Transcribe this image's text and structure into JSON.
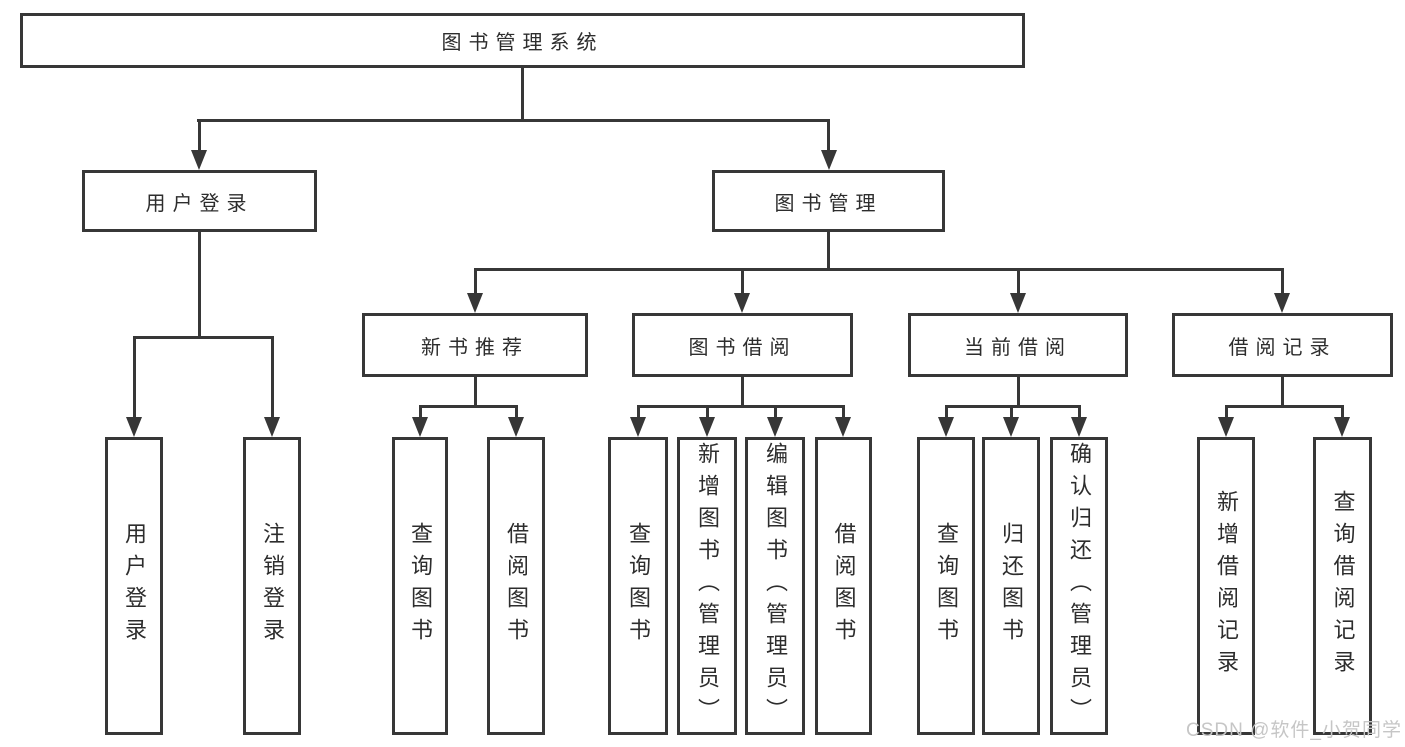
{
  "diagram": {
    "tree": {
      "root": {
        "label": "图书管理系统"
      },
      "level2": [
        {
          "id": "user-login-group",
          "label": "用户登录",
          "children": [
            {
              "id": "user-login",
              "label": "用户登录"
            },
            {
              "id": "logout",
              "label": "注销登录"
            }
          ]
        },
        {
          "id": "book-management",
          "label": "图书管理",
          "children": [
            {
              "id": "new-book-recommend",
              "label": "新书推荐",
              "children": [
                {
                  "id": "nb-query-books",
                  "label": "查询图书"
                },
                {
                  "id": "nb-borrow-books",
                  "label": "借阅图书"
                }
              ]
            },
            {
              "id": "book-borrowing",
              "label": "图书借阅",
              "children": [
                {
                  "id": "bb-query-books",
                  "label": "查询图书"
                },
                {
                  "id": "bb-add-books",
                  "label": "新增图书（管理员）"
                },
                {
                  "id": "bb-edit-books",
                  "label": "编辑图书（管理员）"
                },
                {
                  "id": "bb-borrow-books",
                  "label": "借阅图书"
                }
              ]
            },
            {
              "id": "current-borrowing",
              "label": "当前借阅",
              "children": [
                {
                  "id": "cb-query-books",
                  "label": "查询图书"
                },
                {
                  "id": "cb-return-books",
                  "label": "归还图书"
                },
                {
                  "id": "cb-confirm-return",
                  "label": "确认归还（管理员）"
                }
              ]
            },
            {
              "id": "borrowing-records",
              "label": "借阅记录",
              "children": [
                {
                  "id": "br-add-record",
                  "label": "新增借阅记录"
                },
                {
                  "id": "br-query-record",
                  "label": "查询借阅记录"
                }
              ]
            }
          ]
        }
      ]
    }
  },
  "watermark": {
    "text": "CSDN @软件_小贺同学"
  },
  "colors": {
    "line": "#373737",
    "text": "#2d2d2d",
    "watermark": "#c6c6c6",
    "background": "#ffffff"
  }
}
